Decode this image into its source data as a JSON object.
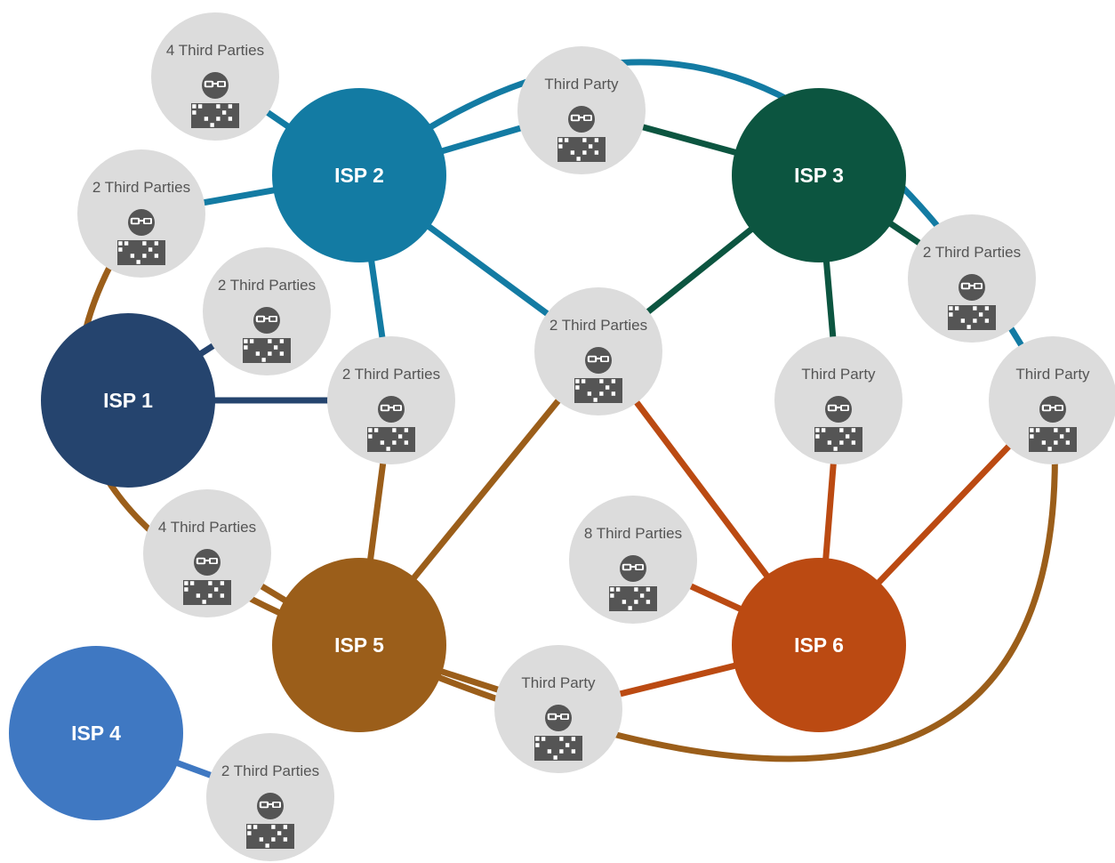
{
  "colors": {
    "isp1": "#25446e",
    "isp2": "#137ba3",
    "isp3": "#0c5540",
    "isp4": "#3f78c2",
    "isp5": "#9b5e1a",
    "isp6": "#bb4a12",
    "third_party_bg": "#dcdcdc",
    "icon": "#555555"
  },
  "isps": [
    {
      "id": "isp1",
      "label": "ISP 1"
    },
    {
      "id": "isp2",
      "label": "ISP 2"
    },
    {
      "id": "isp3",
      "label": "ISP 3"
    },
    {
      "id": "isp4",
      "label": "ISP 4"
    },
    {
      "id": "isp5",
      "label": "ISP 5"
    },
    {
      "id": "isp6",
      "label": "ISP 6"
    }
  ],
  "third_parties": [
    {
      "id": "tp_a",
      "label": "4 Third Parties",
      "icon": "spy-icon"
    },
    {
      "id": "tp_b",
      "label": "2 Third Parties",
      "icon": "spy-icon"
    },
    {
      "id": "tp_c",
      "label": "Third Party",
      "icon": "spy-icon"
    },
    {
      "id": "tp_d",
      "label": "2 Third Parties",
      "icon": "spy-icon"
    },
    {
      "id": "tp_e",
      "label": "2 Third Parties",
      "icon": "spy-icon"
    },
    {
      "id": "tp_f",
      "label": "2 Third Parties",
      "icon": "spy-icon"
    },
    {
      "id": "tp_g",
      "label": "2 Third Parties",
      "icon": "spy-icon"
    },
    {
      "id": "tp_h",
      "label": "Third Party",
      "icon": "spy-icon"
    },
    {
      "id": "tp_i",
      "label": "Third Party",
      "icon": "spy-icon"
    },
    {
      "id": "tp_j",
      "label": "4 Third Parties",
      "icon": "spy-icon"
    },
    {
      "id": "tp_k",
      "label": "8 Third Parties",
      "icon": "spy-icon"
    },
    {
      "id": "tp_l",
      "label": "Third Party",
      "icon": "spy-icon"
    },
    {
      "id": "tp_m",
      "label": "2 Third Parties",
      "icon": "spy-icon"
    }
  ],
  "links": [
    {
      "from": "isp2",
      "to": "tp_a",
      "color": "isp2"
    },
    {
      "from": "isp2",
      "to": "tp_b",
      "color": "isp2"
    },
    {
      "from": "isp2",
      "to": "tp_c",
      "color": "isp2"
    },
    {
      "from": "isp2",
      "to": "tp_e",
      "color": "isp2"
    },
    {
      "from": "isp2",
      "to": "tp_f",
      "color": "isp2"
    },
    {
      "from": "isp2",
      "to": "tp_i",
      "color": "isp2"
    },
    {
      "from": "isp3",
      "to": "tp_c",
      "color": "isp3"
    },
    {
      "from": "isp3",
      "to": "tp_g",
      "color": "isp3"
    },
    {
      "from": "isp3",
      "to": "tp_f",
      "color": "isp3"
    },
    {
      "from": "isp3",
      "to": "tp_h",
      "color": "isp3"
    },
    {
      "from": "isp1",
      "to": "tp_d",
      "color": "isp1"
    },
    {
      "from": "isp1",
      "to": "tp_e",
      "color": "isp1"
    },
    {
      "from": "isp4",
      "to": "tp_m",
      "color": "isp4"
    },
    {
      "from": "isp5",
      "to": "tp_b",
      "color": "isp5"
    },
    {
      "from": "isp5",
      "to": "tp_e",
      "color": "isp5"
    },
    {
      "from": "isp5",
      "to": "tp_f",
      "color": "isp5"
    },
    {
      "from": "isp5",
      "to": "tp_j",
      "color": "isp5"
    },
    {
      "from": "isp5",
      "to": "tp_l",
      "color": "isp5"
    },
    {
      "from": "isp5",
      "to": "tp_i",
      "color": "isp5"
    },
    {
      "from": "isp6",
      "to": "tp_f",
      "color": "isp6"
    },
    {
      "from": "isp6",
      "to": "tp_h",
      "color": "isp6"
    },
    {
      "from": "isp6",
      "to": "tp_i",
      "color": "isp6"
    },
    {
      "from": "isp6",
      "to": "tp_k",
      "color": "isp6"
    },
    {
      "from": "isp6",
      "to": "tp_l",
      "color": "isp6"
    }
  ]
}
